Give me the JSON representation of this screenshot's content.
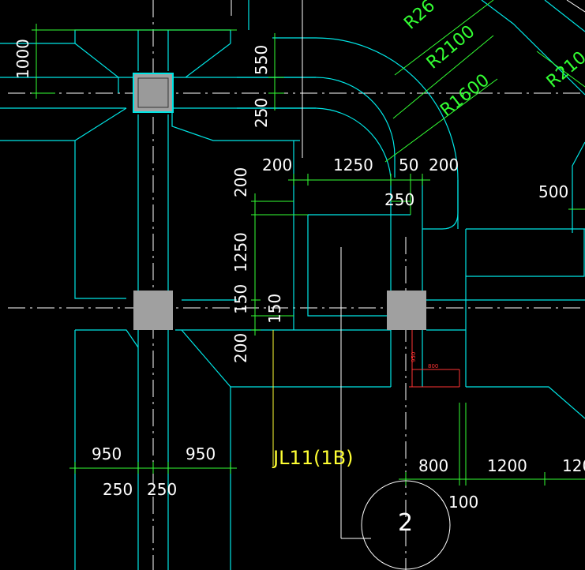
{
  "radii": {
    "r2100": "R2100",
    "r1600": "R1600",
    "r2600_partial": "R26",
    "r2100_right": "R210"
  },
  "dimensions": {
    "d1000": "1000",
    "d550": "550",
    "d250_top": "250",
    "d200_top": "200",
    "d1250_top": "1250",
    "d50": "50",
    "d200_top_right": "200",
    "d250_mid": "250",
    "d500": "500",
    "d200_left": "200",
    "d1250_left": "1250",
    "d150_a": "150",
    "d150_b": "150",
    "d200_bottom_left": "200",
    "d950_a": "950",
    "d950_b": "950",
    "d250_a": "250",
    "d250_b": "250",
    "d800": "800",
    "d1200": "1200",
    "d120_partial": "120",
    "d100": "100",
    "small_950": "950",
    "small_800": "800"
  },
  "beam_tag": "JL11(1B)",
  "grid_bubble": "2",
  "colors": {
    "background": "#000000",
    "outline": "#00e5e5",
    "dimension": "#33ff33",
    "text": "#ffffff",
    "tag": "#ffff33",
    "highlight": "#ff3333",
    "column": "#a0a0a0"
  }
}
